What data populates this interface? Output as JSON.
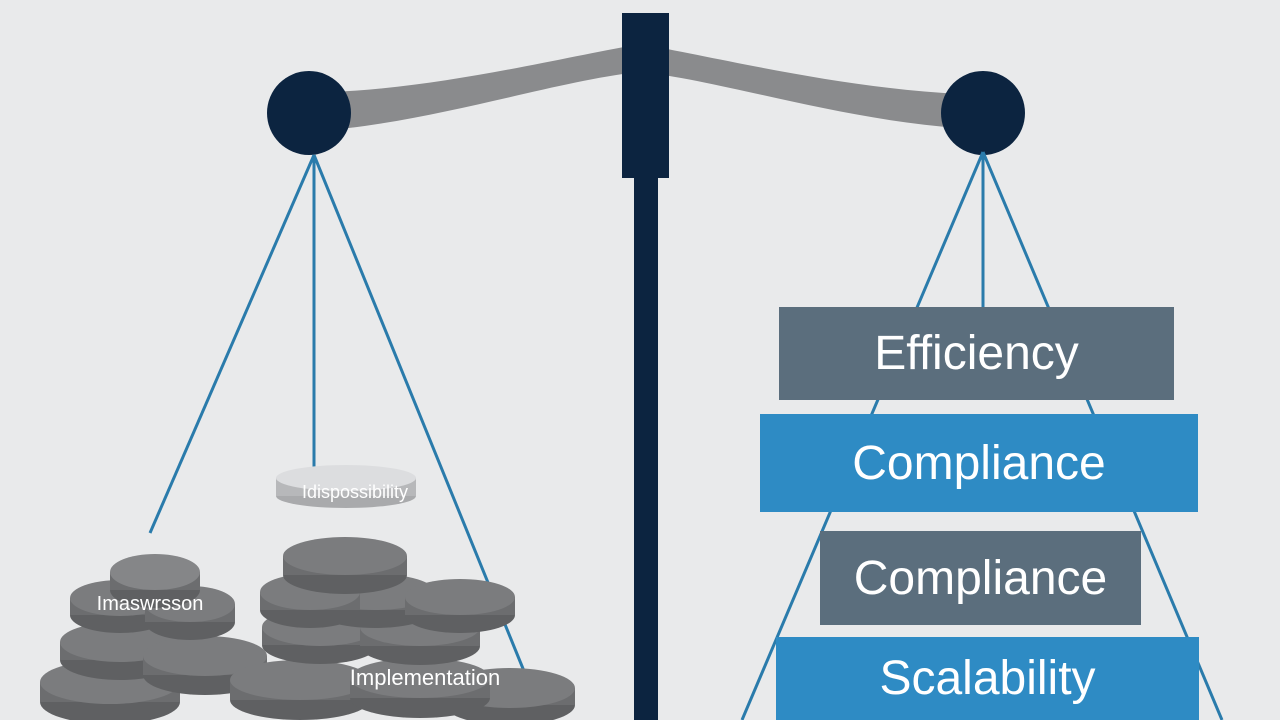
{
  "colors": {
    "background": "#e9eaeb",
    "navy": "#0c2440",
    "beam": "#8a8b8d",
    "string": "#2a7bab",
    "slate_block": "#5b6e7d",
    "blue_block": "#2e8bc4",
    "coin": "#7b7c7e",
    "coin_edge": "#5f6062"
  },
  "right_pan": {
    "blocks": [
      {
        "label": "Efficiency",
        "color": "#5b6e7d"
      },
      {
        "label": "Compliance",
        "color": "#2e8bc4"
      },
      {
        "label": "Compliance",
        "color": "#5b6e7d"
      },
      {
        "label": "Scalability",
        "color": "#2e8bc4"
      }
    ]
  },
  "left_pan": {
    "coin_labels": [
      "Idispossibility",
      "Implementation",
      "Imaswrsson"
    ]
  }
}
